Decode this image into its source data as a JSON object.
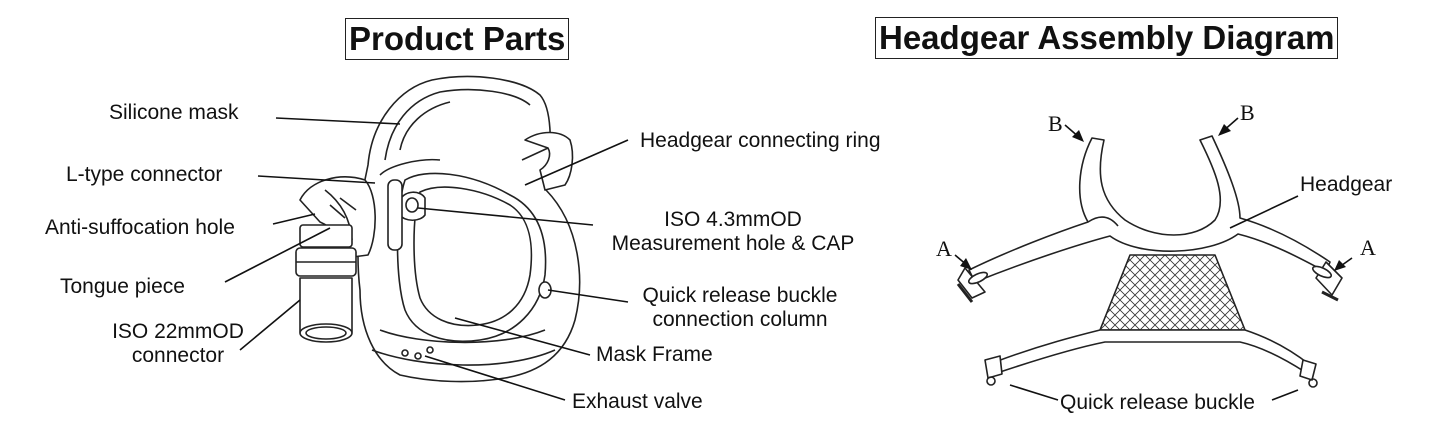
{
  "titles": {
    "product_parts": "Product Parts",
    "headgear_assembly": "Headgear Assembly Diagram"
  },
  "mask_labels": {
    "silicone_mask": "Silicone mask",
    "l_type_connector": "L-type connector",
    "anti_suffocation_hole": "Anti-suffocation hole",
    "tongue_piece": "Tongue piece",
    "iso22_line1": "ISO 22mmOD",
    "iso22_line2": "connector",
    "headgear_connecting_ring": "Headgear connecting ring",
    "iso43_line1": "ISO 4.3mmOD",
    "iso43_line2": "Measurement hole & CAP",
    "qr_column_line1": "Quick release buckle",
    "qr_column_line2": "connection column",
    "mask_frame": "Mask Frame",
    "exhaust_valve": "Exhaust valve"
  },
  "headgear_labels": {
    "headgear": "Headgear",
    "quick_release_buckle": "Quick release buckle",
    "marker_a_left": "A",
    "marker_a_right": "A",
    "marker_b_left": "B",
    "marker_b_right": "B"
  },
  "colors": {
    "line": "#222222",
    "fill": "#ffffff"
  }
}
